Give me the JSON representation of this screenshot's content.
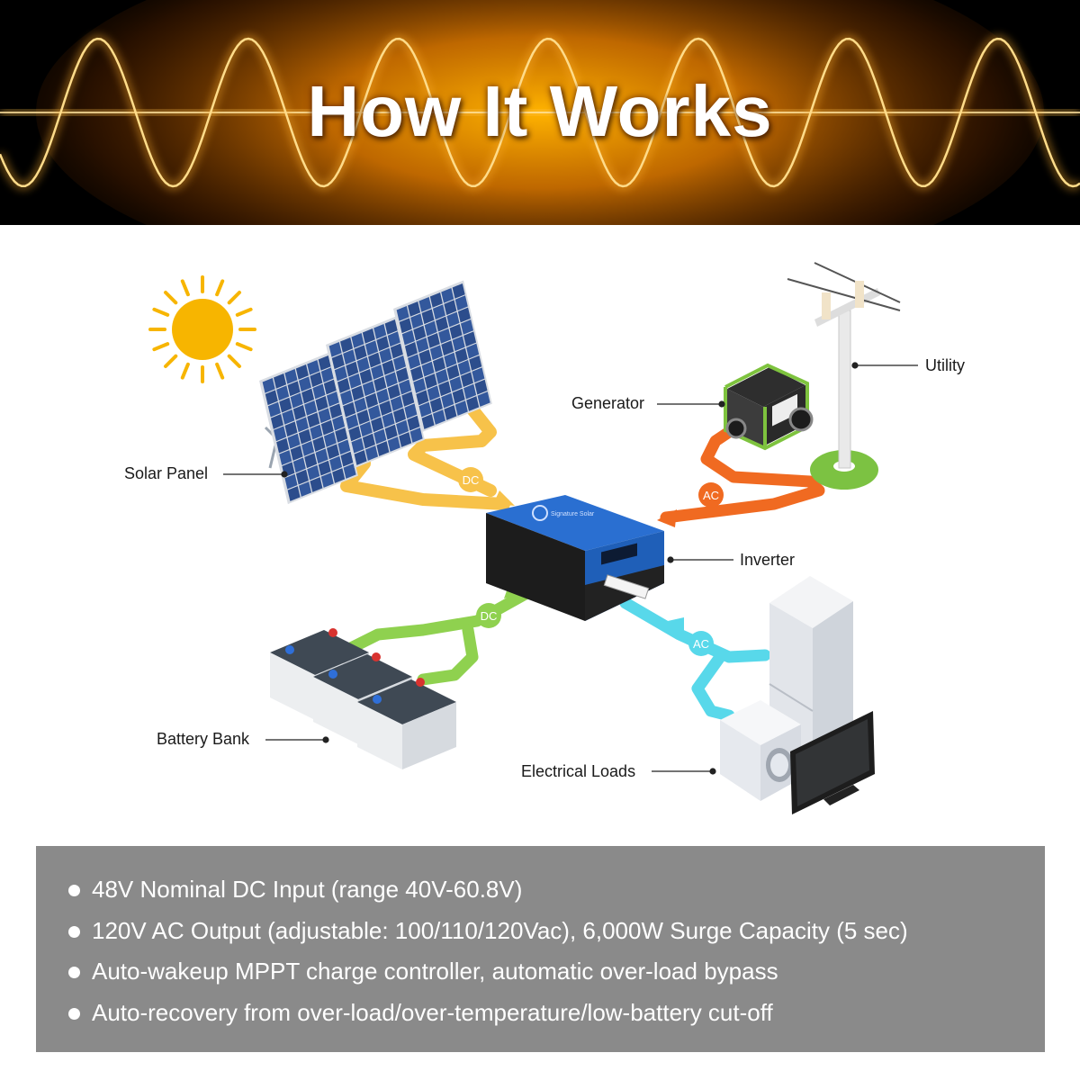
{
  "banner": {
    "title": "How It Works"
  },
  "diagram": {
    "callouts": {
      "solar_panel": "Solar Panel",
      "generator": "Generator",
      "utility": "Utility",
      "inverter": "Inverter",
      "battery_bank": "Battery Bank",
      "electrical_loads": "Electrical Loads"
    },
    "flow_labels": {
      "solar": "DC",
      "generator": "AC",
      "battery": "DC",
      "loads": "AC"
    },
    "inverter_brand": "Signature Solar",
    "colors": {
      "solar_line": "#f7c24a",
      "generator_line": "#f06a21",
      "battery_line": "#8fd14f",
      "loads_line": "#58d8ea",
      "utility_base": "#7cc242",
      "inverter_body": "#1f5fb8",
      "sun": "#f7b500",
      "solar_cells": "#2c4d8c"
    }
  },
  "features": [
    "48V Nominal DC Input (range 40V-60.8V)",
    "120V AC Output (adjustable: 100/110/120Vac), 6,000W Surge Capacity (5 sec)",
    "Auto-wakeup MPPT charge controller, automatic over-load bypass",
    "Auto-recovery from over-load/over-temperature/low-battery cut-off"
  ]
}
